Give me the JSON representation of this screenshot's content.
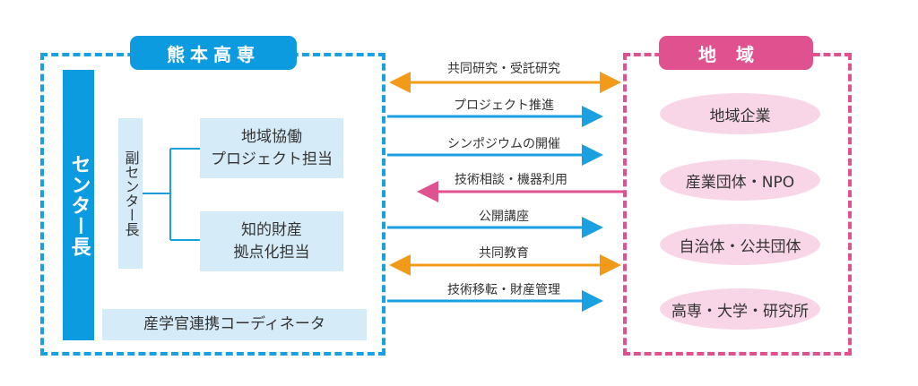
{
  "kosen": {
    "title": "熊本高専",
    "director": "センター長",
    "vice_director": "副センター長",
    "box1": [
      "地域協働",
      "プロジェクト担当"
    ],
    "box2": [
      "知的財産",
      "拠点化担当"
    ],
    "coordinator": "産学官連携コーディネータ"
  },
  "region": {
    "title": "地域",
    "members": [
      "地域企業",
      "産業団体・NPO",
      "自治体・公共団体",
      "高専・大学・研究所"
    ]
  },
  "relations": [
    {
      "label": "共同研究・受託研究",
      "direction": "both",
      "color": "#f29b1a"
    },
    {
      "label": "プロジェクト推進",
      "direction": "right",
      "color": "#1aa0e0"
    },
    {
      "label": "シンポジウムの開催",
      "direction": "right",
      "color": "#1aa0e0"
    },
    {
      "label": "技術相談・機器利用",
      "direction": "left",
      "color": "#e0518f"
    },
    {
      "label": "公開講座",
      "direction": "right",
      "color": "#1aa0e0"
    },
    {
      "label": "共同教育",
      "direction": "both",
      "color": "#f29b1a"
    },
    {
      "label": "技術移転・財産管理",
      "direction": "right",
      "color": "#1aa0e0"
    }
  ]
}
